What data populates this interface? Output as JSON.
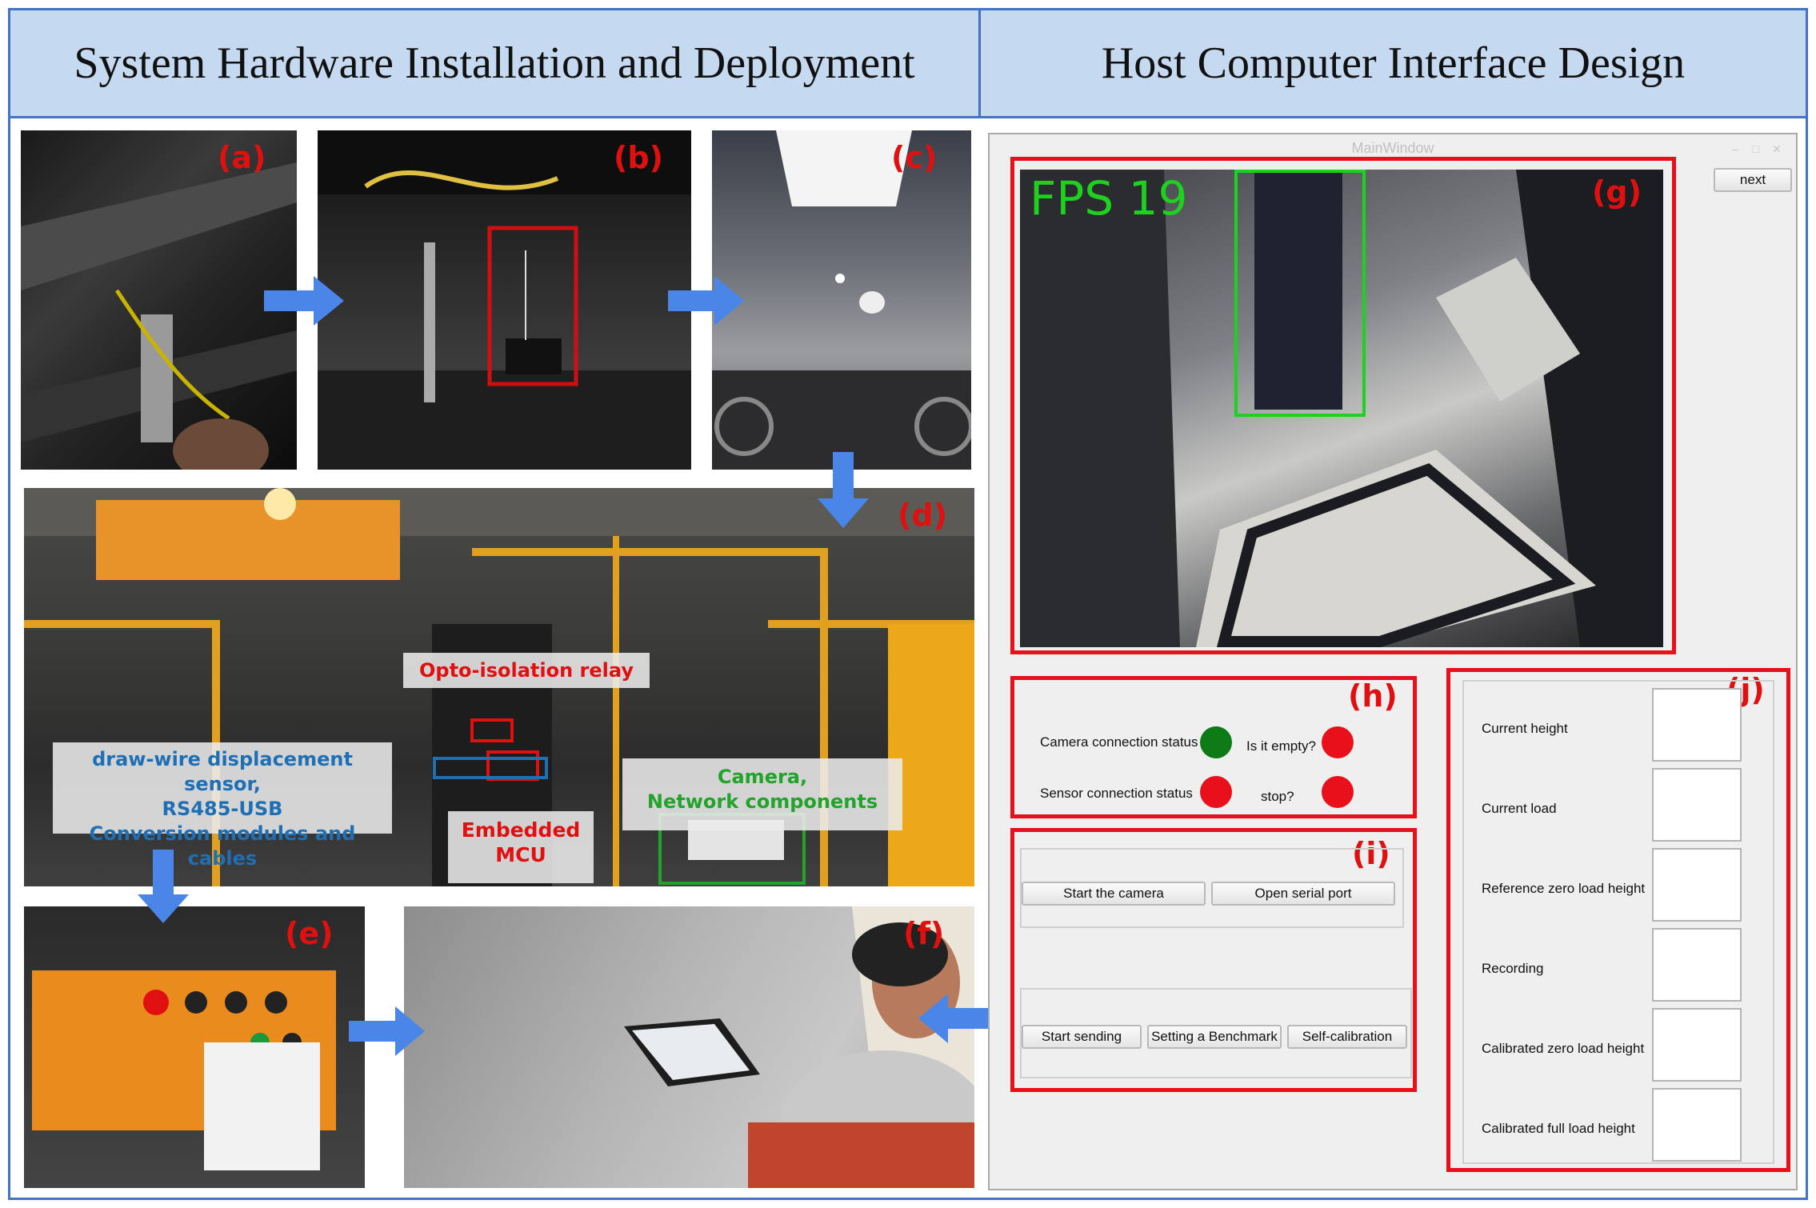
{
  "headers": {
    "left": "System Hardware Installation and Deployment",
    "right": "Host Computer Interface Design"
  },
  "panels": {
    "a": "(a)",
    "b": "(b)",
    "c": "(c)",
    "d": "(d)",
    "e": "(e)",
    "f": "(f)",
    "g": "(g)",
    "h": "(h)",
    "i": "(i)",
    "j": "(j)"
  },
  "annotations": {
    "relay": "Opto-isolation relay",
    "sensor_line1": "draw-wire displacement sensor,",
    "sensor_line2": "RS485-USB",
    "sensor_line3": "Conversion modules and cables",
    "mcu_line1": "Embedded",
    "mcu_line2": "MCU",
    "camera_line1": "Camera,",
    "camera_line2": "Network components"
  },
  "colors": {
    "red_label": "#e01010",
    "blue_text": "#1f6fb5",
    "green_text": "#22a32a",
    "header_bg": "#c5d9f1",
    "arrow": "#4a86e8"
  },
  "gui": {
    "window_title": "MainWindow",
    "next_button": "next",
    "fps_overlay": "FPS 19",
    "status": {
      "camera_connection": "Camera connection status",
      "is_empty": "Is it empty?",
      "sensor_connection": "Sensor connection status",
      "stop": "stop?",
      "camera_led_color": "#0d7a16",
      "empty_led_color": "#e8101a",
      "sensor_led_color": "#e8101a",
      "stop_led_color": "#e8101a"
    },
    "buttons": {
      "start_camera": "Start the camera",
      "open_serial": "Open serial port",
      "start_sending": "Start sending",
      "set_benchmark": "Setting a Benchmark",
      "self_calibration": "Self-calibration"
    },
    "readings": [
      {
        "label": "Current height"
      },
      {
        "label": "Current load"
      },
      {
        "label": "Reference zero load height"
      },
      {
        "label": "Recording"
      },
      {
        "label": "Calibrated zero load height"
      },
      {
        "label": "Calibrated full load height"
      }
    ]
  }
}
